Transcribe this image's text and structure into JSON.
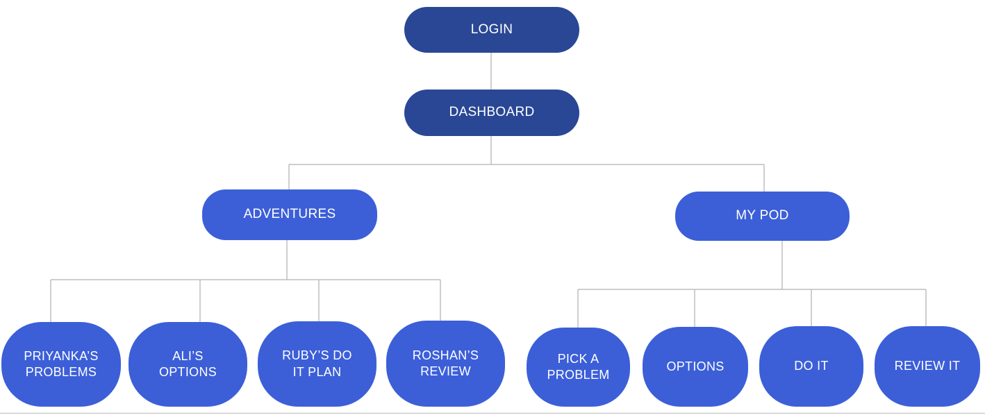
{
  "diagram": {
    "type": "flowchart-sitemap",
    "background": "#ffffff",
    "colors": {
      "node_dark": "#2a4795",
      "node_primary": "#3c5fd8",
      "connector": "#bdbdbd",
      "node_text": "#ffffff"
    },
    "nodes": {
      "login": {
        "label": "LOGIN"
      },
      "dashboard": {
        "label": "DASHBOARD"
      },
      "adventures": {
        "label": "ADVENTURES"
      },
      "my_pod": {
        "label": "MY POD"
      },
      "priyankas_problems": {
        "label": "PRIYANKA’S\nPROBLEMS"
      },
      "alis_options": {
        "label": "ALI’S\nOPTIONS"
      },
      "rubys_do_it_plan": {
        "label": "RUBY’S DO\nIT PLAN"
      },
      "roshans_review": {
        "label": "ROSHAN’S\nREVIEW"
      },
      "pick_a_problem": {
        "label": "PICK A\nPROBLEM"
      },
      "options": {
        "label": "OPTIONS"
      },
      "do_it": {
        "label": "DO IT"
      },
      "review_it": {
        "label": "REVIEW IT"
      }
    },
    "edges": [
      [
        "login",
        "dashboard"
      ],
      [
        "dashboard",
        "adventures"
      ],
      [
        "dashboard",
        "my_pod"
      ],
      [
        "adventures",
        "priyankas_problems"
      ],
      [
        "adventures",
        "alis_options"
      ],
      [
        "adventures",
        "rubys_do_it_plan"
      ],
      [
        "adventures",
        "roshans_review"
      ],
      [
        "my_pod",
        "pick_a_problem"
      ],
      [
        "my_pod",
        "options"
      ],
      [
        "my_pod",
        "do_it"
      ],
      [
        "my_pod",
        "review_it"
      ]
    ]
  }
}
